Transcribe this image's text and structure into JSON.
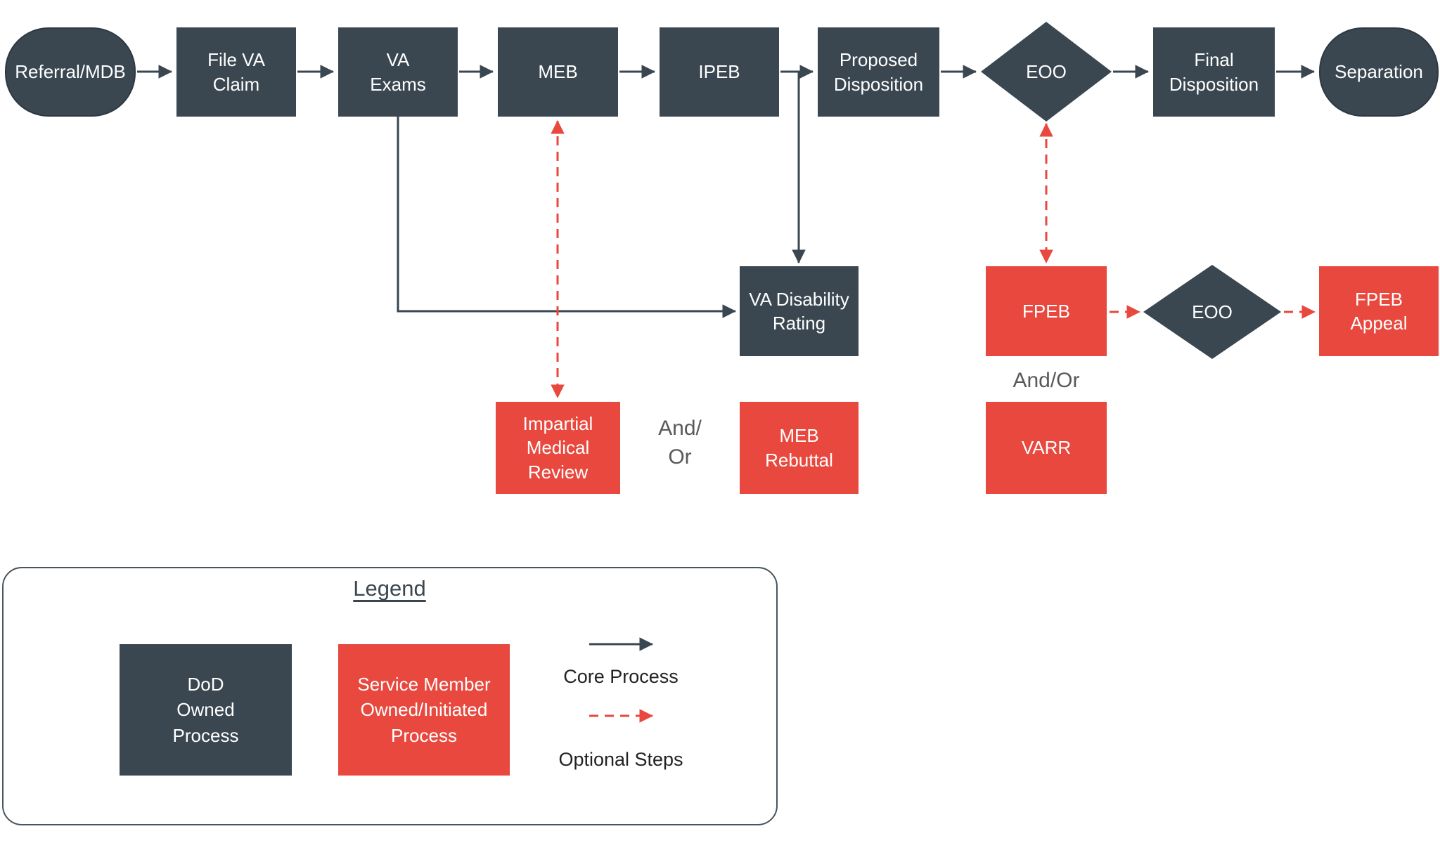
{
  "colors": {
    "dark": "#3A4750",
    "red": "#E8483E"
  },
  "nodes": {
    "referral": "Referral/MDB",
    "file_va_claim": "File VA\nClaim",
    "va_exams": "VA\nExams",
    "meb": "MEB",
    "ipeb": "IPEB",
    "proposed_disposition": "Proposed\nDisposition",
    "eoo1": "EOO",
    "final_disposition": "Final\nDisposition",
    "separation": "Separation",
    "va_disability_rating": "VA Disability\nRating",
    "fpeb": "FPEB",
    "eoo2": "EOO",
    "fpeb_appeal": "FPEB\nAppeal",
    "impartial_medical_review": "Impartial\nMedical\nReview",
    "meb_rebuttal": "MEB\nRebuttal",
    "varr": "VARR"
  },
  "labels": {
    "and_or_stacked": "And/\nOr",
    "and_or_inline": "And/Or"
  },
  "legend": {
    "title": "Legend",
    "dod_process": "DoD\nOwned\nProcess",
    "service_member_process": "Service Member\nOwned/Initiated\nProcess",
    "core_process": "Core Process",
    "optional_steps": "Optional Steps"
  }
}
